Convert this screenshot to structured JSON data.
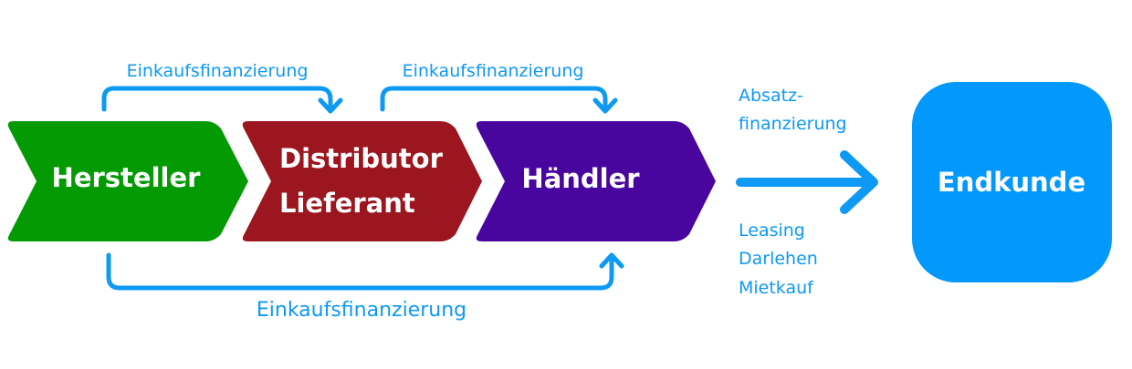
{
  "colors": {
    "hersteller": "#049a04",
    "distributor": "#9b161e",
    "haendler": "#49069f",
    "endkunde": "#0399fc",
    "flow": "#0d99f4"
  },
  "stages": {
    "hersteller": {
      "label": "Hersteller"
    },
    "distributor": {
      "line1": "Distributor",
      "line2": "Lieferant"
    },
    "haendler": {
      "label": "Händler"
    }
  },
  "flows": {
    "top_left": {
      "label": "Einkaufsfinanzierung"
    },
    "top_right": {
      "label": "Einkaufsfinanzierung"
    },
    "bottom": {
      "label": "Einkaufsfinanzierung"
    }
  },
  "absatz": {
    "line1": "Absatz-",
    "line2": "finanzierung",
    "options": [
      "Leasing",
      "Darlehen",
      "Mietkauf"
    ]
  },
  "endkunde": {
    "label": "Endkunde"
  },
  "icons": {
    "flow_arrow": "arrow-head-icon",
    "main_arrow": "long-right-arrow-icon"
  }
}
